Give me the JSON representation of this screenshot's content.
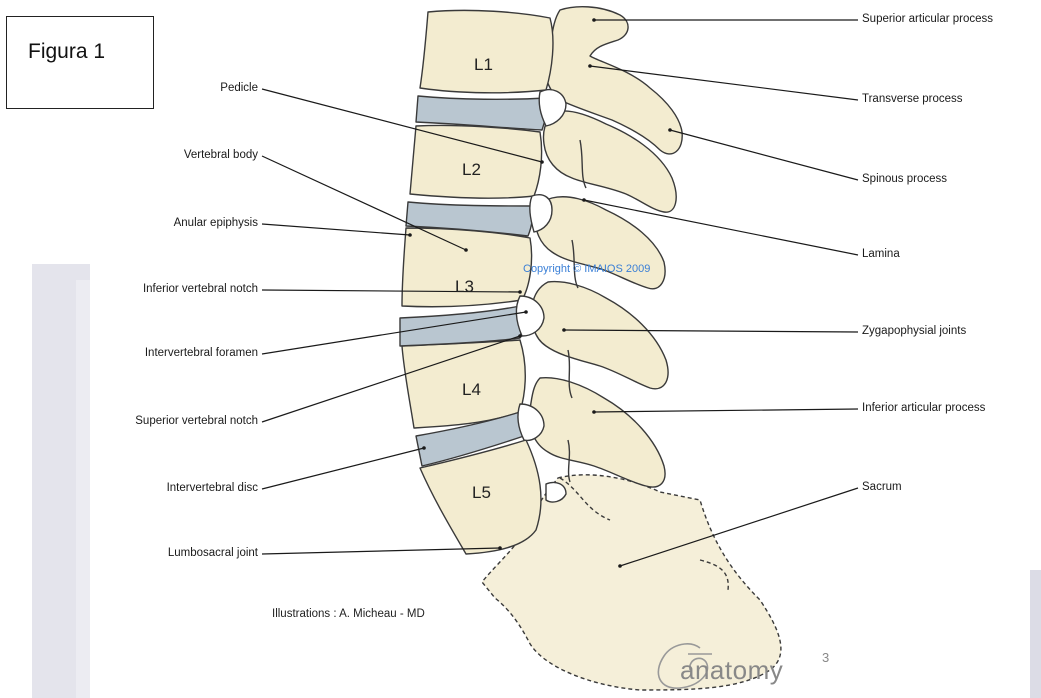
{
  "figure_title": "Figura 1",
  "vertebrae": [
    "L1",
    "L2",
    "L3",
    "L4",
    "L5"
  ],
  "labels_left": [
    "Pedicle",
    "Vertebral body",
    "Anular epiphysis",
    "Inferior vertebral notch",
    "Intervertebral foramen",
    "Superior vertebral notch",
    "Intervertebral disc",
    "Lumbosacral joint"
  ],
  "labels_right": [
    "Superior articular process",
    "Transverse process",
    "Spinous process",
    "Lamina",
    "Zygapophysial joints",
    "Inferior articular process",
    "Sacrum"
  ],
  "copyright": "Copyright © IMAIOS 2009",
  "credit": "Illustrations : A. Micheau - MD",
  "brand": {
    "name": "anatomy",
    "sup": "3"
  },
  "colors": {
    "bone": "#f3ecd0",
    "bone_outline": "#3a3a3a",
    "disc": "#b9c6d0",
    "leader": "#1a1a1a"
  }
}
